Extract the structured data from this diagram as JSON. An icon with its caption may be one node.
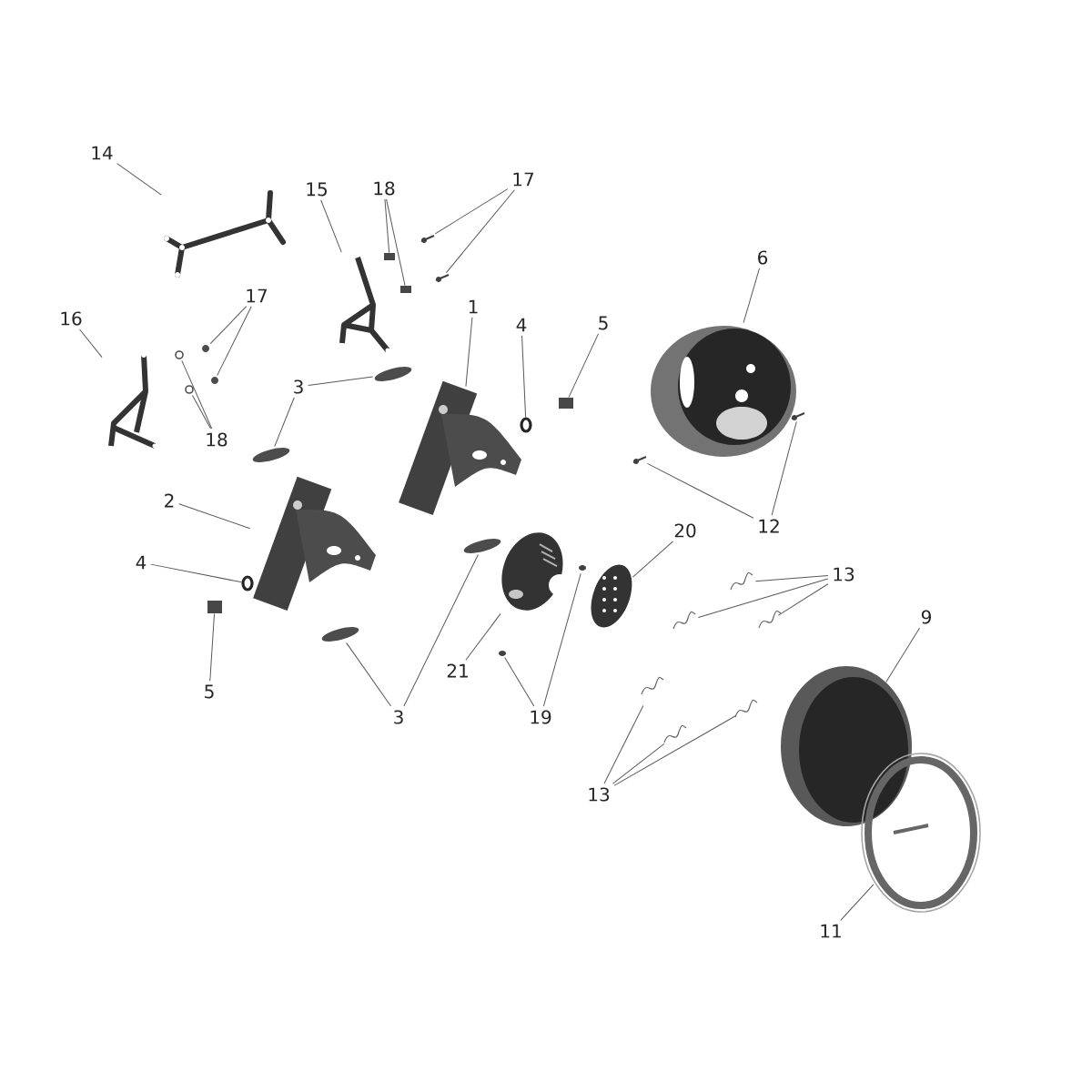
{
  "diagram": {
    "nodes": [
      {
        "text": [
          "14"
        ]
      },
      {
        "text": [],
        "shape": "picture"
      },
      {
        "text": [
          "15"
        ]
      },
      {
        "text": [],
        "shape": "picture"
      },
      {
        "text": [
          "18"
        ]
      },
      {
        "text": [],
        "shape": "box"
      },
      {
        "text": [],
        "shape": "box"
      },
      {
        "text": [
          "17"
        ]
      },
      {
        "text": [],
        "shape": "picture"
      },
      {
        "text": [],
        "shape": "picture"
      },
      {
        "text": [
          "16"
        ]
      },
      {
        "text": [],
        "shape": "picture"
      },
      {
        "text": [
          "17"
        ]
      },
      {
        "text": [],
        "shape": "picture"
      },
      {
        "text": [],
        "shape": "picture"
      },
      {
        "text": [
          "18"
        ]
      },
      {
        "text": [],
        "shape": "picture"
      },
      {
        "text": [],
        "shape": "picture"
      },
      {
        "text": [
          "3"
        ]
      },
      {
        "text": [],
        "shape": "picture"
      },
      {
        "text": [],
        "shape": "picture"
      },
      {
        "text": [
          "1"
        ]
      },
      {
        "text": [],
        "shape": "picture"
      },
      {
        "text": [
          "4"
        ]
      },
      {
        "text": [],
        "shape": "circle"
      },
      {
        "text": [
          "5"
        ]
      },
      {
        "text": [],
        "shape": "box"
      },
      {
        "text": [
          "6"
        ]
      },
      {
        "text": [],
        "shape": "picture"
      },
      {
        "text": [
          "12"
        ]
      },
      {
        "text": [],
        "shape": "picture"
      },
      {
        "text": [],
        "shape": "picture"
      },
      {
        "text": [
          "2"
        ]
      },
      {
        "text": [],
        "shape": "picture"
      },
      {
        "text": [
          "4"
        ]
      },
      {
        "text": [],
        "shape": "circle"
      },
      {
        "text": [
          "5"
        ]
      },
      {
        "text": [],
        "shape": "box"
      },
      {
        "text": [
          "3"
        ]
      },
      {
        "text": [],
        "shape": "picture"
      },
      {
        "text": [],
        "shape": "picture"
      },
      {
        "text": [
          "21"
        ]
      },
      {
        "text": [],
        "shape": "picture"
      },
      {
        "text": [
          "19"
        ]
      },
      {
        "text": [],
        "shape": "picture"
      },
      {
        "text": [],
        "shape": "picture"
      },
      {
        "text": [
          "20"
        ]
      },
      {
        "text": [],
        "shape": "picture"
      },
      {
        "text": [
          "13"
        ]
      },
      {
        "text": [],
        "shape": "picture"
      },
      {
        "text": [],
        "shape": "picture"
      },
      {
        "text": [],
        "shape": "picture"
      },
      {
        "text": [
          "13"
        ]
      },
      {
        "text": [],
        "shape": "picture"
      },
      {
        "text": [],
        "shape": "picture"
      },
      {
        "text": [],
        "shape": "picture"
      },
      {
        "text": [
          "9"
        ]
      },
      {
        "text": [],
        "shape": "picture"
      },
      {
        "text": [
          "11"
        ]
      },
      {
        "text": [],
        "shape": "picture"
      }
    ],
    "edges": [
      {
        "from": 0,
        "to": 1,
        "arrow": "none"
      },
      {
        "from": 2,
        "to": 3,
        "arrow": "none"
      },
      {
        "from": 4,
        "to": 5,
        "arrow": "none"
      },
      {
        "from": 4,
        "to": 6,
        "arrow": "none"
      },
      {
        "from": 7,
        "to": 8,
        "arrow": "none"
      },
      {
        "from": 7,
        "to": 9,
        "arrow": "none"
      },
      {
        "from": 10,
        "to": 11,
        "arrow": "none"
      },
      {
        "from": 12,
        "to": 13,
        "arrow": "none"
      },
      {
        "from": 12,
        "to": 14,
        "arrow": "none"
      },
      {
        "from": 15,
        "to": 16,
        "arrow": "none"
      },
      {
        "from": 15,
        "to": 17,
        "arrow": "none"
      },
      {
        "from": 18,
        "to": 19,
        "arrow": "none"
      },
      {
        "from": 18,
        "to": 20,
        "arrow": "none"
      },
      {
        "from": 21,
        "to": 22,
        "arrow": "none"
      },
      {
        "from": 23,
        "to": 24,
        "arrow": "none"
      },
      {
        "from": 25,
        "to": 26,
        "arrow": "none"
      },
      {
        "from": 27,
        "to": 28,
        "arrow": "none"
      },
      {
        "from": 29,
        "to": 30,
        "arrow": "none"
      },
      {
        "from": 29,
        "to": 31,
        "arrow": "none"
      },
      {
        "from": 32,
        "to": 33,
        "arrow": "none"
      },
      {
        "from": 34,
        "to": 35,
        "arrow": "none"
      },
      {
        "from": 36,
        "to": 37,
        "arrow": "none"
      },
      {
        "from": 38,
        "to": 39,
        "arrow": "none"
      },
      {
        "from": 38,
        "to": 40,
        "arrow": "none"
      },
      {
        "from": 41,
        "to": 42,
        "arrow": "none"
      },
      {
        "from": 43,
        "to": 44,
        "arrow": "none"
      },
      {
        "from": 43,
        "to": 45,
        "arrow": "none"
      },
      {
        "from": 46,
        "to": 47,
        "arrow": "none"
      },
      {
        "from": 48,
        "to": 49,
        "arrow": "none"
      },
      {
        "from": 48,
        "to": 50,
        "arrow": "none"
      },
      {
        "from": 48,
        "to": 51,
        "arrow": "none"
      },
      {
        "from": 52,
        "to": 53,
        "arrow": "none"
      },
      {
        "from": 52,
        "to": 54,
        "arrow": "none"
      },
      {
        "from": 52,
        "to": 55,
        "arrow": "none"
      },
      {
        "from": 56,
        "to": 57,
        "arrow": "none"
      },
      {
        "from": 58,
        "to": 59,
        "arrow": "none"
      }
    ]
  }
}
